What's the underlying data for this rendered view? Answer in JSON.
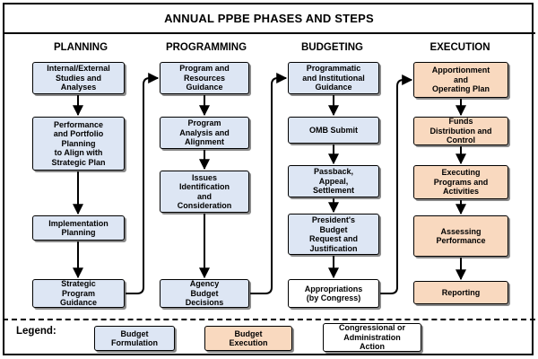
{
  "title": "ANNUAL PPBE PHASES AND STEPS",
  "colors": {
    "formulation": "#dde6f4",
    "execution": "#f9d9bf",
    "congressional": "#ffffff"
  },
  "columns": [
    {
      "heading": "PLANNING",
      "steps": [
        {
          "label": "Internal/External\nStudies and\nAnalyses",
          "kind": "formulation"
        },
        {
          "label": "Performance\nand Portfolio\nPlanning\nto Align with\nStrategic Plan",
          "kind": "formulation"
        },
        {
          "label": "Implementation\nPlanning",
          "kind": "formulation"
        },
        {
          "label": "Strategic\nProgram\nGuidance",
          "kind": "formulation"
        }
      ]
    },
    {
      "heading": "PROGRAMMING",
      "steps": [
        {
          "label": "Program and\nResources\nGuidance",
          "kind": "formulation"
        },
        {
          "label": "Program\nAnalysis and\nAlignment",
          "kind": "formulation"
        },
        {
          "label": "Issues\nIdentification\nand\nConsideration",
          "kind": "formulation"
        },
        {
          "label": "Agency\nBudget\nDecisions",
          "kind": "formulation"
        }
      ]
    },
    {
      "heading": "BUDGETING",
      "steps": [
        {
          "label": "Programmatic\nand Institutional\nGuidance",
          "kind": "formulation"
        },
        {
          "label": "OMB Submit",
          "kind": "formulation"
        },
        {
          "label": "Passback,\nAppeal,\nSettlement",
          "kind": "formulation"
        },
        {
          "label": "President's\nBudget\nRequest and\nJustification",
          "kind": "formulation"
        },
        {
          "label": "Appropriations\n(by Congress)",
          "kind": "congressional"
        }
      ]
    },
    {
      "heading": "EXECUTION",
      "steps": [
        {
          "label": "Apportionment\nand\nOperating Plan",
          "kind": "execution"
        },
        {
          "label": "Funds\nDistribution and\nControl",
          "kind": "execution"
        },
        {
          "label": "Executing\nPrograms and\nActivities",
          "kind": "execution"
        },
        {
          "label": "Assessing\nPerformance",
          "kind": "execution"
        },
        {
          "label": "Reporting",
          "kind": "execution"
        }
      ]
    }
  ],
  "legend": {
    "label": "Legend:",
    "items": [
      {
        "label": "Budget\nFormulation",
        "kind": "formulation"
      },
      {
        "label": "Budget\nExecution",
        "kind": "execution"
      },
      {
        "label": "Congressional or\nAdministration\nAction",
        "kind": "congressional"
      }
    ]
  }
}
